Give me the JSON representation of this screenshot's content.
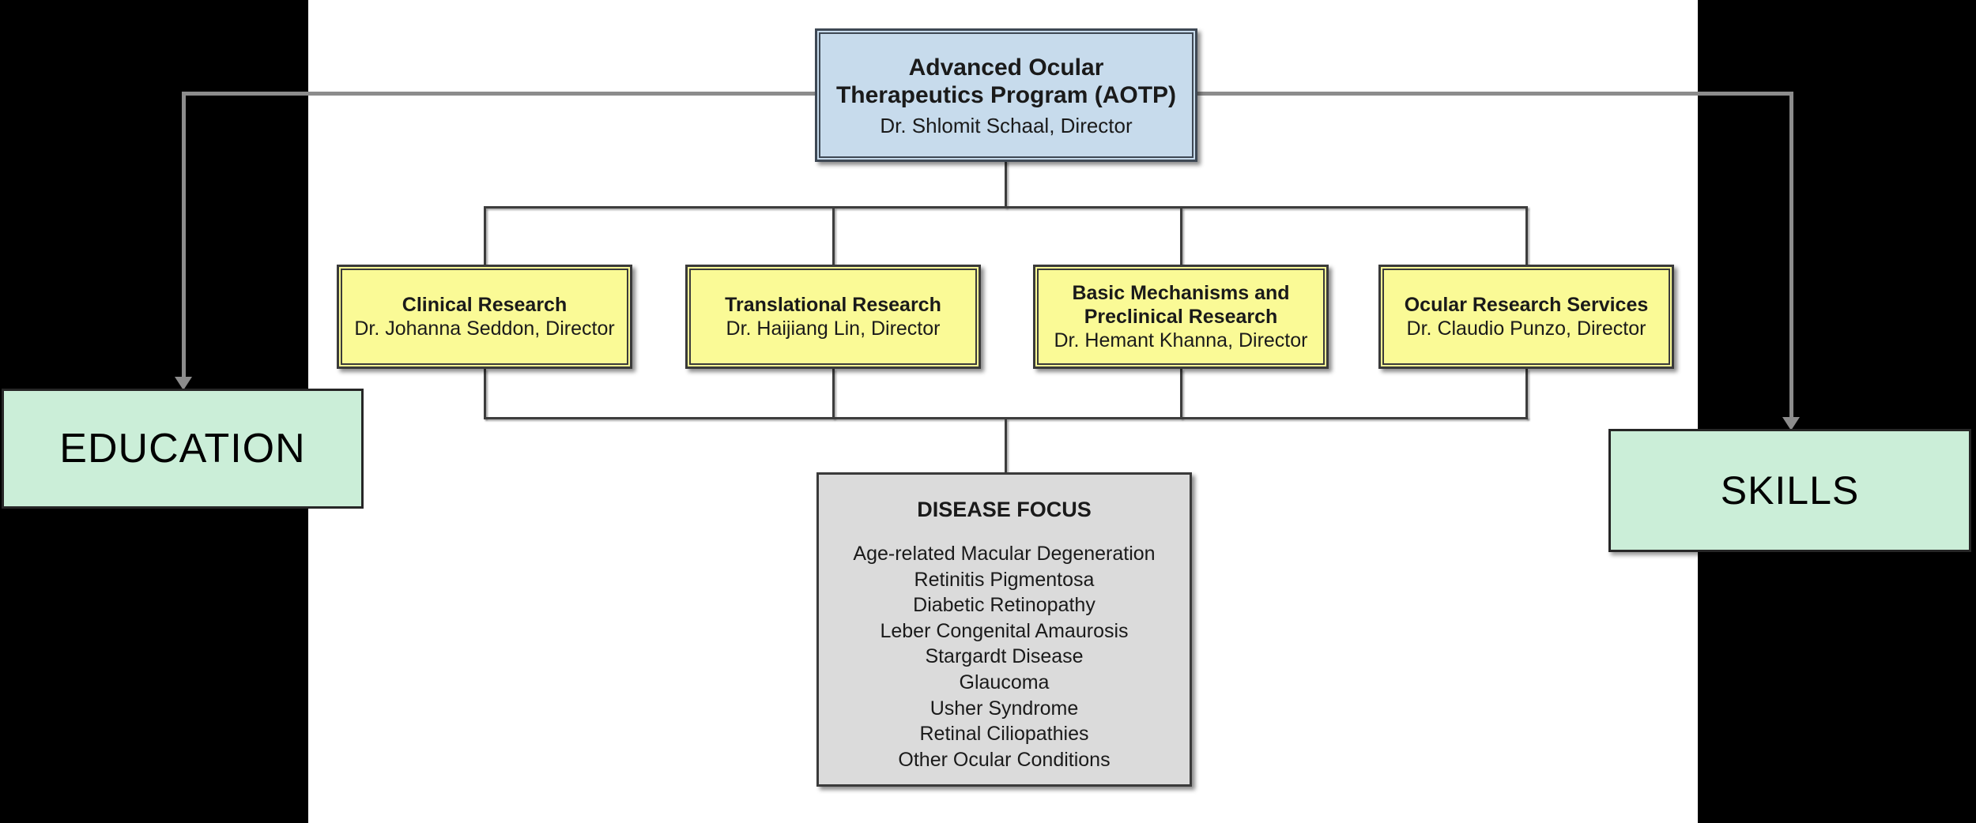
{
  "colors": {
    "background": "#000000",
    "canvas": "#FFFFFF",
    "root_fill": "#C7DBEC",
    "department_fill": "#FAFA96",
    "focus_fill": "#DBDBDB",
    "side_fill": "#CBEED8",
    "box_border": "#3A3A3A",
    "connector_line": "#3D3D3D",
    "arrow_line": "#8C8C8C"
  },
  "root": {
    "title_lines": [
      "Advanced Ocular",
      "Therapeutics Program (AOTP)"
    ],
    "director": "Dr. Shlomit Schaal, Director"
  },
  "departments": [
    {
      "name_lines": [
        "Clinical Research"
      ],
      "director": "Dr. Johanna Seddon, Director"
    },
    {
      "name_lines": [
        "Translational Research"
      ],
      "director": "Dr. Haijiang Lin, Director"
    },
    {
      "name_lines": [
        "Basic Mechanisms and",
        "Preclinical Research"
      ],
      "director": "Dr. Hemant Khanna, Director"
    },
    {
      "name_lines": [
        "Ocular Research Services"
      ],
      "director": "Dr. Claudio Punzo, Director"
    }
  ],
  "disease_focus": {
    "title": "DISEASE FOCUS",
    "items": [
      "Age-related Macular Degeneration",
      "Retinitis Pigmentosa",
      "Diabetic Retinopathy",
      "Leber Congenital Amaurosis",
      "Stargardt Disease",
      "Glaucoma",
      "Usher Syndrome",
      "Retinal Ciliopathies",
      "Other Ocular Conditions"
    ]
  },
  "side_labels": {
    "left": "EDUCATION",
    "right": "SKILLS"
  }
}
